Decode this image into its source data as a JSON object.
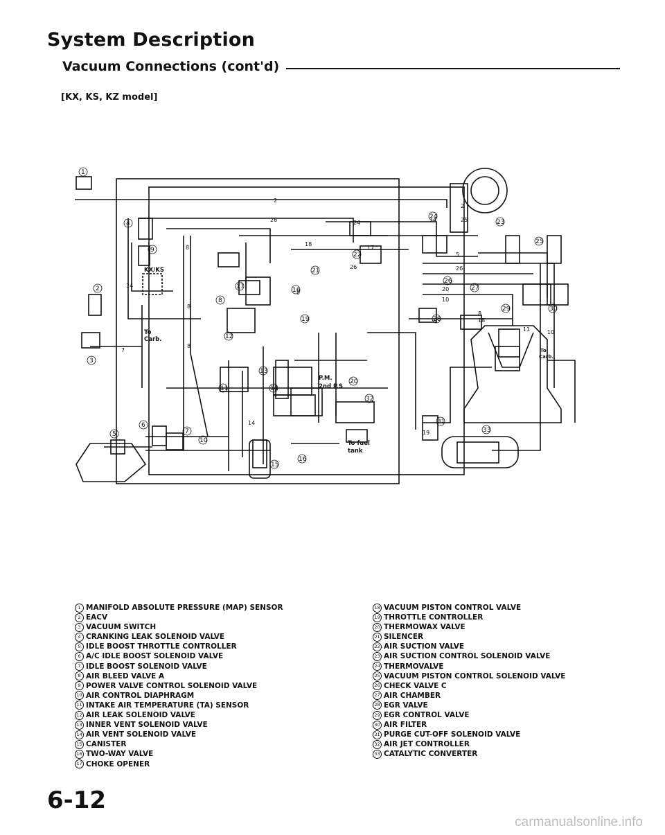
{
  "header": {
    "title": "System Description",
    "subtitle": "Vacuum Connections (cont'd)",
    "model": "[KX, KS, KZ model]"
  },
  "diagram": {
    "label_kxks": "KX/KS",
    "label_to_carb": "To",
    "label_to_carb_2": "Carb.",
    "label_pm": "P.M.",
    "label_2nd_ps": "2nd P.S",
    "label_to_fuel_tank": "To fuel",
    "label_to_fuel_tank_2": "tank",
    "label_to_carb_right": "To",
    "label_to_carb_right_2": "Carb."
  },
  "legend_left": [
    {
      "n": "1",
      "text": "MANIFOLD ABSOLUTE PRESSURE (MAP) SENSOR"
    },
    {
      "n": "2",
      "text": "EACV"
    },
    {
      "n": "3",
      "text": "VACUUM SWITCH"
    },
    {
      "n": "4",
      "text": "CRANKING LEAK SOLENOID VALVE"
    },
    {
      "n": "5",
      "text": "IDLE BOOST THROTTLE CONTROLLER"
    },
    {
      "n": "6",
      "text": "A/C IDLE BOOST SOLENOID VALVE"
    },
    {
      "n": "7",
      "text": "IDLE BOOST SOLENOID VALVE"
    },
    {
      "n": "8",
      "text": "AIR BLEED VALVE A"
    },
    {
      "n": "9",
      "text": "POWER VALVE CONTROL SOLENOID VALVE"
    },
    {
      "n": "10",
      "text": "AIR CONTROL DIAPHRAGM"
    },
    {
      "n": "11",
      "text": "INTAKE AIR TEMPERATURE (TA) SENSOR"
    },
    {
      "n": "12",
      "text": "AIR LEAK SOLENOID VALVE"
    },
    {
      "n": "13",
      "text": "INNER VENT SOLENOID VALVE"
    },
    {
      "n": "14",
      "text": "AIR VENT SOLENOID VALVE"
    },
    {
      "n": "15",
      "text": "CANISTER"
    },
    {
      "n": "16",
      "text": "TWO-WAY VALVE"
    },
    {
      "n": "17",
      "text": "CHOKE OPENER"
    }
  ],
  "legend_right": [
    {
      "n": "18",
      "text": "VACUUM PISTON CONTROL VALVE"
    },
    {
      "n": "19",
      "text": "THROTTLE CONTROLLER"
    },
    {
      "n": "20",
      "text": "THERMOWAX VALVE"
    },
    {
      "n": "21",
      "text": "SILENCER"
    },
    {
      "n": "22",
      "text": "AIR SUCTION VALVE"
    },
    {
      "n": "23",
      "text": "AIR SUCTION CONTROL SOLENOID VALVE"
    },
    {
      "n": "24",
      "text": "THERMOVALVE"
    },
    {
      "n": "25",
      "text": "VACUUM PISTON CONTROL SOLENOID VALVE"
    },
    {
      "n": "26",
      "text": "CHECK VALVE C"
    },
    {
      "n": "27",
      "text": "AIR CHAMBER"
    },
    {
      "n": "28",
      "text": "EGR VALVE"
    },
    {
      "n": "29",
      "text": "EGR CONTROL VALVE"
    },
    {
      "n": "30",
      "text": "AIR FILTER"
    },
    {
      "n": "31",
      "text": "PURGE CUT-OFF SOLENOID VALVE"
    },
    {
      "n": "32",
      "text": "AIR JET CONTROLLER"
    },
    {
      "n": "33",
      "text": "CATALYTIC CONVERTER"
    }
  ],
  "footer": {
    "page_number": "6-12",
    "watermark": "carmanualsonline.info"
  }
}
